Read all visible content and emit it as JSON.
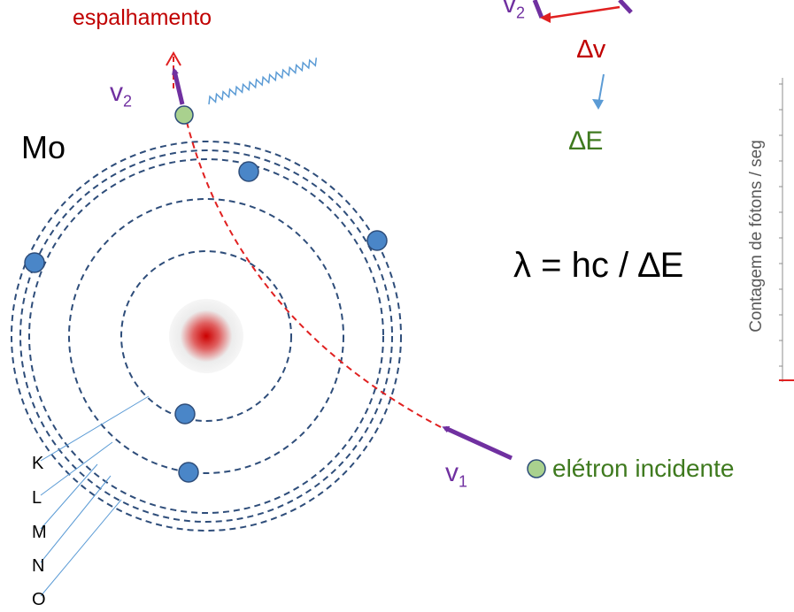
{
  "colors": {
    "orbit": "#2e4d7a",
    "electron": "#4a86c8",
    "incident": "#a9d18e",
    "trajectory": "#e02020",
    "velocity": "#7030a0",
    "photon": "#5b9bd5",
    "nucleus": "#cc0000",
    "energy": "#3f7a1f"
  },
  "labels": {
    "scattering": "espalhamento",
    "element": "Mo",
    "v2": "v",
    "v2_sub": "2",
    "v1": "v",
    "v1_sub": "1",
    "incident_electron": "elétron incidente",
    "delta_v": "∆v",
    "delta_e": "∆E",
    "formula": "λ = hc / ∆E",
    "v2_top": "v",
    "v2_top_sub": "2"
  },
  "shells": [
    "K",
    "L",
    "M",
    "N",
    "O"
  ],
  "spectrum_axis": {
    "ylabel": "Contagem de fótons / seg"
  }
}
